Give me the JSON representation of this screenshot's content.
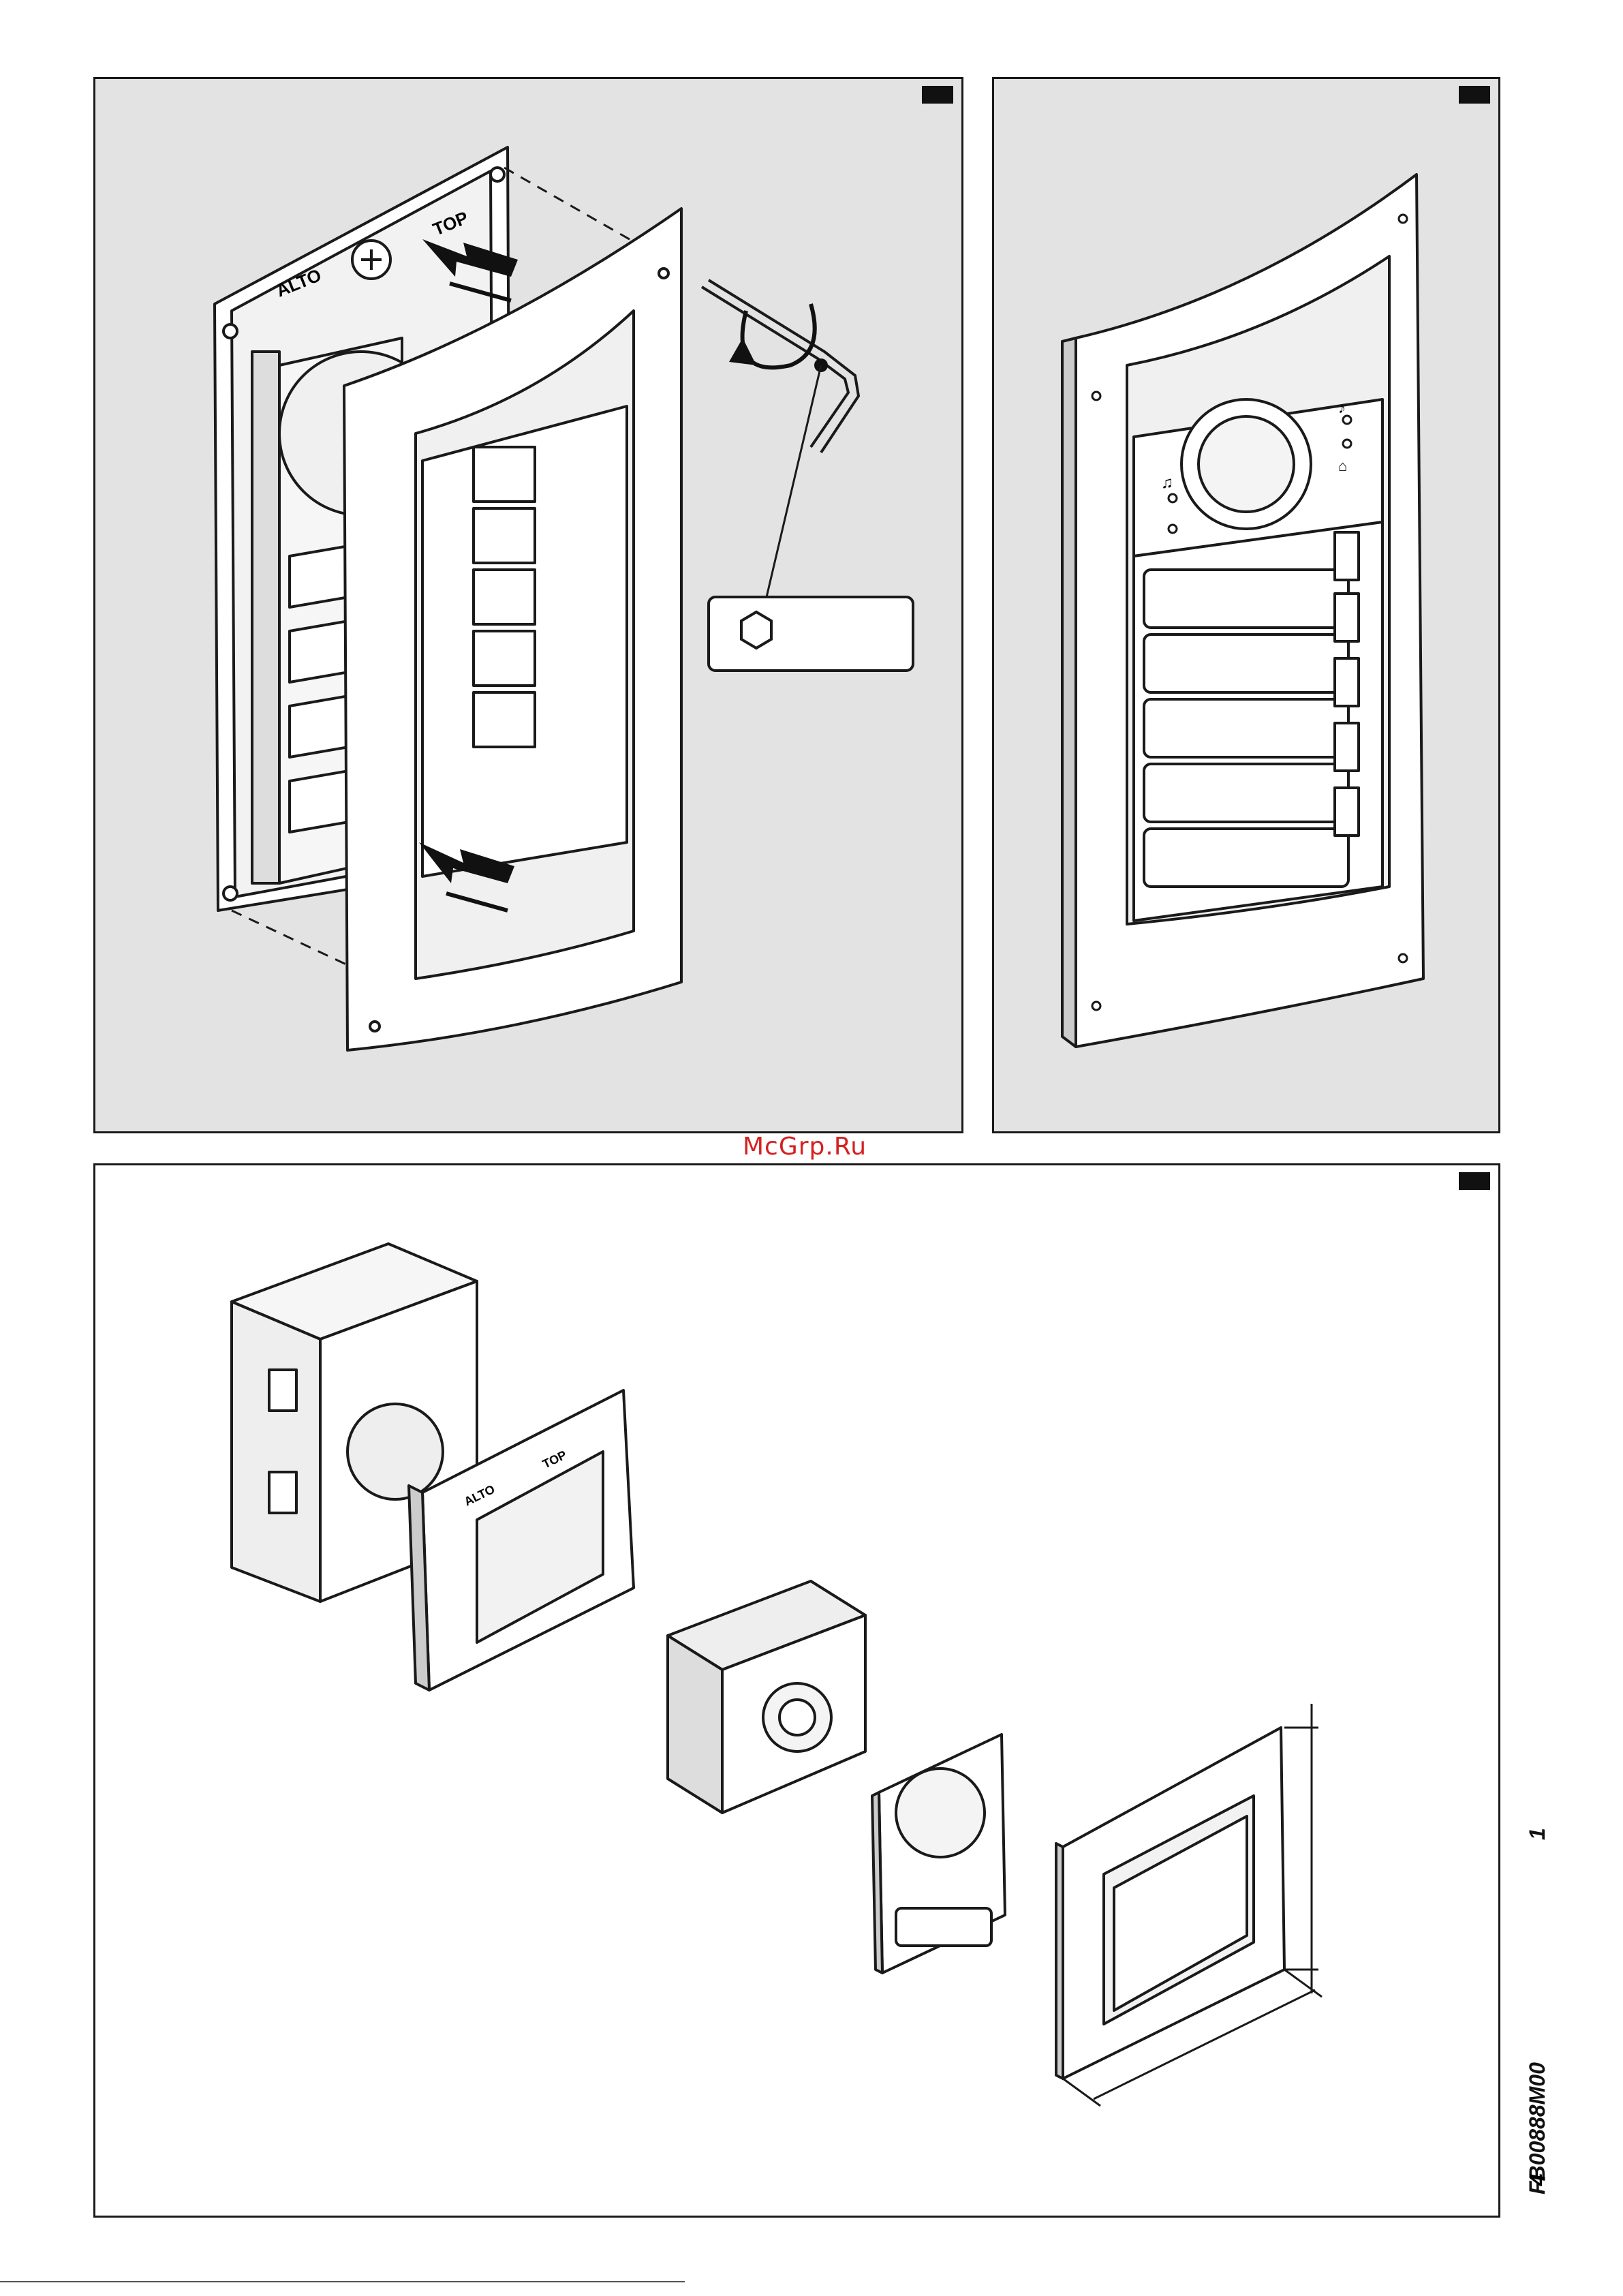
{
  "watermark": "McGrp.Ru",
  "figure_code": "FB00888M00",
  "figure_index": "1",
  "page_number": "4",
  "labels": {
    "alto": "ALTO",
    "top": "TOP"
  },
  "icons": [
    "hex-key-icon",
    "rotate-arrow-icon",
    "insert-arrow-icon",
    "bell-icon",
    "key-icon",
    "speaker-icon",
    "camera-lens-icon"
  ],
  "colors": {
    "panel_fill": "#e3e3e3",
    "line": "#1a1a1a",
    "watermark": "#d62020"
  }
}
